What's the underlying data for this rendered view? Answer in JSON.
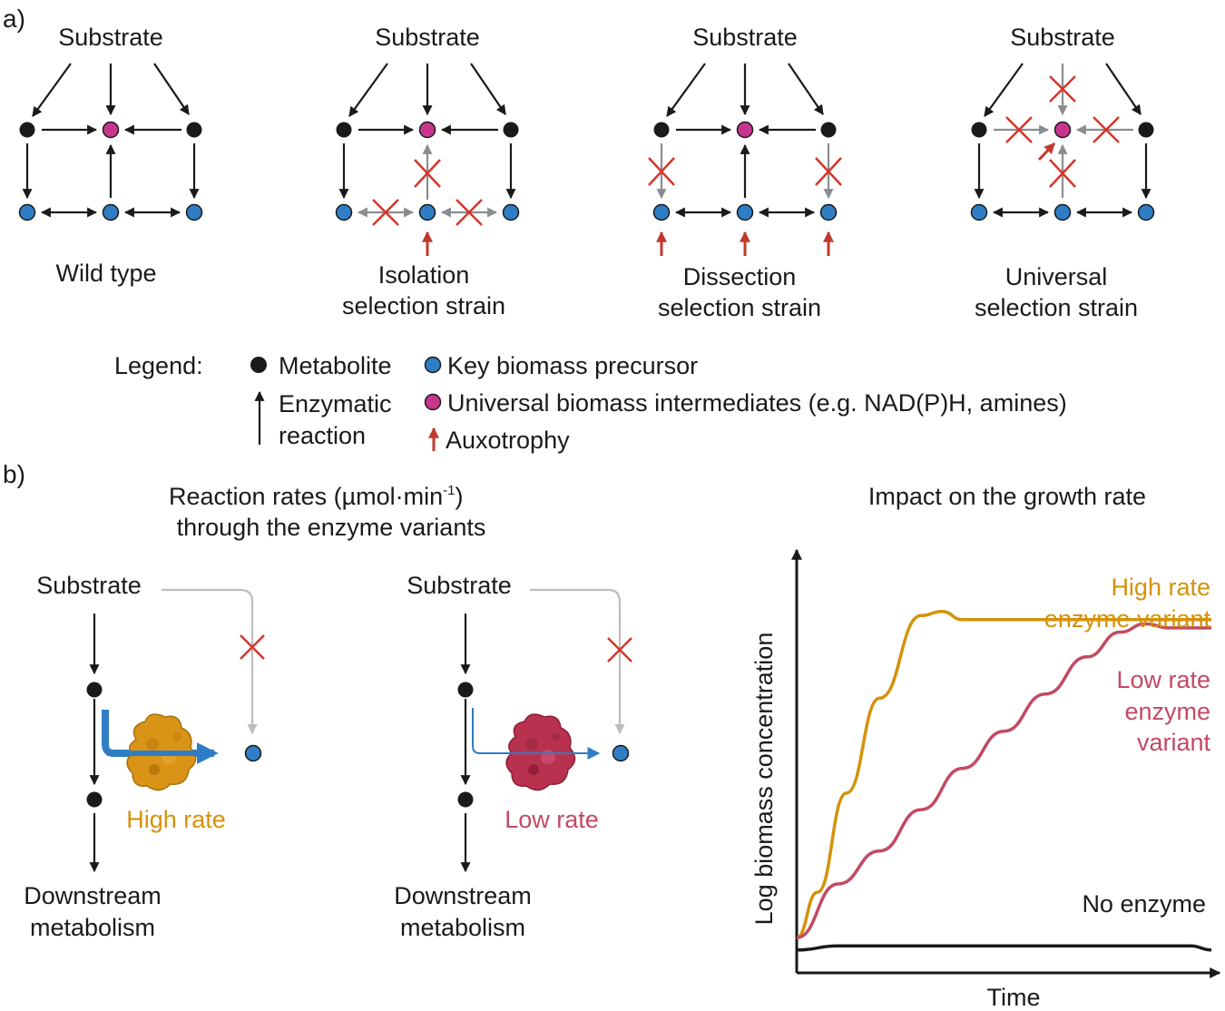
{
  "panel_a": {
    "label": "a)",
    "networks": [
      {
        "title": "Substrate",
        "caption": [
          "Wild type"
        ]
      },
      {
        "title": "Substrate",
        "caption": [
          "Isolation",
          "selection strain"
        ]
      },
      {
        "title": "Substrate",
        "caption": [
          "Dissection",
          "selection strain"
        ]
      },
      {
        "title": "Substrate",
        "caption": [
          "Universal",
          "selection strain"
        ]
      }
    ],
    "legend": {
      "title": "Legend:",
      "metabolite": "Metabolite",
      "key_precursor": "Key biomass precursor",
      "enzymatic_line1": "Enzymatic",
      "enzymatic_line2": "reaction",
      "universal": "Universal biomass intermediates (e.g. NAD(P)H, amines)",
      "auxotrophy": "Auxotrophy"
    }
  },
  "panel_b": {
    "label": "b)",
    "left_title_line1": "Reaction rates (µmol·min",
    "left_title_sup": "-1",
    "left_title_close": ")",
    "left_title_line2": "through the enzyme variants",
    "pathways": [
      {
        "substrate": "Substrate",
        "rate_label": "High rate",
        "downstream": [
          "Downstream",
          "metabolism"
        ]
      },
      {
        "substrate": "Substrate",
        "rate_label": "Low rate",
        "downstream": [
          "Downstream",
          "metabolism"
        ]
      }
    ],
    "right_title": "Impact on the growth rate"
  },
  "colors": {
    "metabolite": "#1a1a1a",
    "key_precursor": "#2f7dc4",
    "universal": "#c8358e",
    "knockout": "#d6352b",
    "auxotrophy_arrow": "#c0392b",
    "grey_arrow": "#8a8d90",
    "high_rate": "#d4920b",
    "low_rate": "#c24a63",
    "flux_arrow": "#2f7dc4"
  },
  "chart_data": {
    "type": "line",
    "xlabel": "Time",
    "ylabel": "Log biomass concentration",
    "series": [
      {
        "name": "High rate enzyme variant",
        "label_lines": [
          "High rate",
          "enzyme variant"
        ],
        "color": "#d4920b",
        "x": [
          0,
          0.05,
          0.12,
          0.2,
          0.3,
          0.35,
          0.4,
          0.45,
          0.5,
          0.6,
          0.7,
          0.8,
          0.9,
          1.0
        ],
        "y": [
          0.07,
          0.18,
          0.42,
          0.65,
          0.85,
          0.86,
          0.84,
          0.84,
          0.84,
          0.84,
          0.84,
          0.84,
          0.84,
          0.84
        ]
      },
      {
        "name": "Low rate enzyme variant",
        "label_lines": [
          "Low rate",
          "enzyme",
          "variant"
        ],
        "color": "#c24a63",
        "x": [
          0,
          0.1,
          0.2,
          0.3,
          0.4,
          0.5,
          0.6,
          0.7,
          0.78,
          0.84,
          0.9,
          1.0
        ],
        "y": [
          0.07,
          0.2,
          0.28,
          0.38,
          0.48,
          0.57,
          0.66,
          0.75,
          0.81,
          0.83,
          0.82,
          0.82
        ]
      },
      {
        "name": "No enzyme",
        "label_lines": [
          "No enzyme"
        ],
        "color": "#1a1a1a",
        "x": [
          0,
          0.1,
          0.2,
          0.5,
          0.8,
          0.95,
          1.0
        ],
        "y": [
          0.04,
          0.05,
          0.05,
          0.05,
          0.05,
          0.05,
          0.04
        ]
      }
    ]
  }
}
